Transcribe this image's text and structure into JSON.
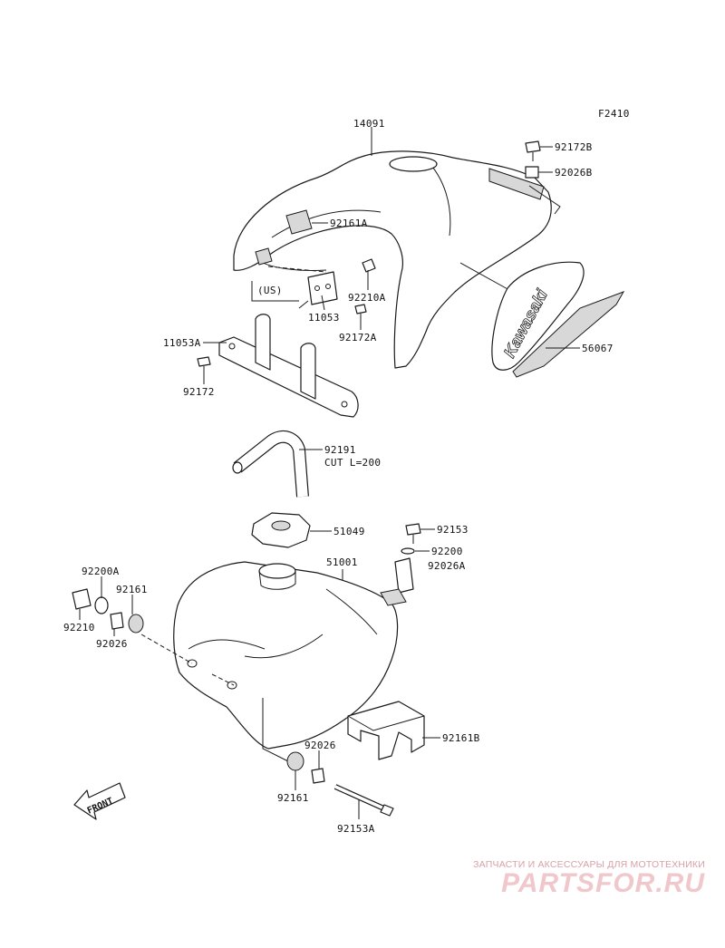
{
  "figure_code": "F2410",
  "labels": {
    "p14091": "14091",
    "p92172B": "92172B",
    "p92026B": "92026B",
    "p92161A": "92161A",
    "us": "(US)",
    "p92210A": "92210A",
    "p11053": "11053",
    "p92172A": "92172A",
    "p11053A": "11053A",
    "p56067": "56067",
    "p92172": "92172",
    "p92191": "92191",
    "cut": "CUT L=200",
    "p51049": "51049",
    "p92153": "92153",
    "p92200": "92200",
    "p51001": "51001",
    "p92026A": "92026A",
    "p92200A": "92200A",
    "p92161": "92161",
    "p92210": "92210",
    "p92026": "92026",
    "p92161B": "92161B",
    "p92026b": "92026",
    "p92161b": "92161",
    "p92153A": "92153A"
  },
  "logo_text": "Kawasaki",
  "front_marker": "FRONT",
  "watermark": {
    "subtitle": "ЗАПЧАСТИ И АКСЕССУАРЫ ДЛЯ МОТОТЕХНИКИ",
    "brand": "PARTSFOR.RU"
  },
  "colors": {
    "line": "#1a1a1a",
    "watermark": "#f0c8cc"
  }
}
